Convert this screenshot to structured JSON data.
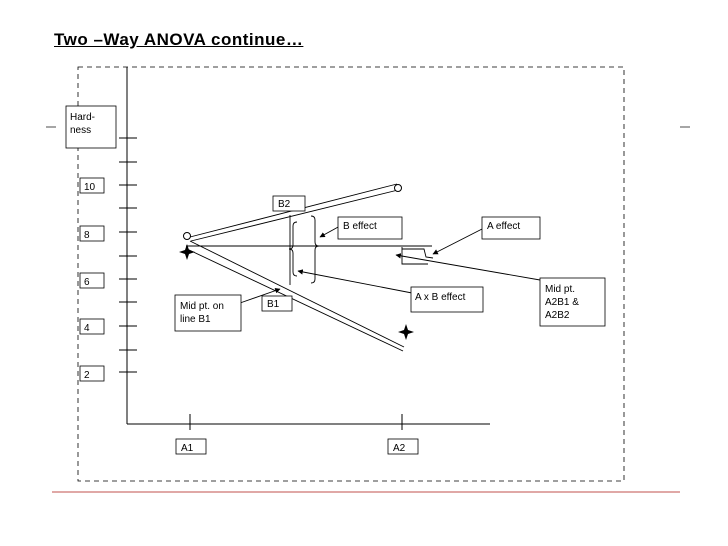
{
  "slide": {
    "title": "Two –Way ANOVA continue…",
    "accent_color": "#c0504d"
  },
  "diagram": {
    "y_axis_label_lines": [
      "Hard-",
      "ness"
    ],
    "y_ticks": [
      "10",
      "8",
      "6",
      "4",
      "2"
    ],
    "x_ticks": [
      "A1",
      "A2"
    ],
    "lines": {
      "B1": "B1",
      "B2": "B2"
    },
    "callouts": {
      "b_effect": "B effect",
      "a_effect": "A effect",
      "axb_effect": "A x B effect",
      "mid_b1": [
        "Mid pt. on",
        "line B1"
      ],
      "mid_a2": [
        "Mid pt.",
        "A2B1 &",
        "A2B2"
      ]
    }
  }
}
